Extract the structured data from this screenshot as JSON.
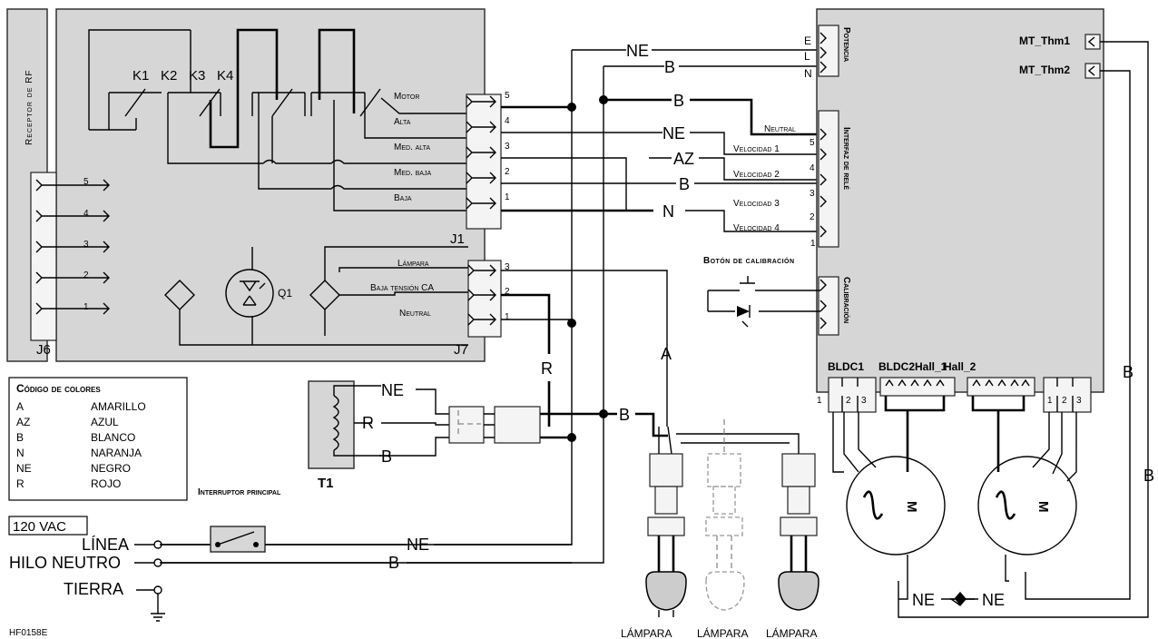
{
  "rf_receiver": "Receptor de RF",
  "relays": [
    "K1",
    "K2",
    "K3",
    "K4"
  ],
  "j1": {
    "name": "J1",
    "pins": [
      {
        "num": "5",
        "label": "Motor"
      },
      {
        "num": "4",
        "label": "Alta"
      },
      {
        "num": "3",
        "label": "Med. alta"
      },
      {
        "num": "2",
        "label": "Med. baja"
      },
      {
        "num": "1",
        "label": "Baja"
      }
    ]
  },
  "j6": {
    "name": "J6",
    "pins": [
      "5",
      "4",
      "3",
      "2",
      "1"
    ]
  },
  "j7": {
    "name": "J7",
    "pins": [
      {
        "num": "3",
        "label": "Lámpara"
      },
      {
        "num": "2",
        "label": "Baja tensión CA"
      },
      {
        "num": "1",
        "label": "Neutral"
      }
    ]
  },
  "q1": "Q1",
  "t1": "T1",
  "potencia": {
    "title": "Potencia",
    "pins": [
      "E",
      "L",
      "N"
    ]
  },
  "relay_interface": {
    "title": "Interfaz de relé",
    "neutral": "Neutral",
    "speeds": [
      {
        "num": "5",
        "label": "Velocidad 1"
      },
      {
        "num": "4",
        "label": "Velocidad 2"
      },
      {
        "num": "3",
        "label": "Velocidad 3"
      },
      {
        "num": "2",
        "label": "Velocidad 4"
      }
    ],
    "bottom_pin": "1"
  },
  "calibration": {
    "title": "Calibración",
    "button": "Botón de calibración"
  },
  "thermal": [
    "MT_Thm1",
    "MT_Thm2"
  ],
  "motor_connectors": [
    "BLDC1",
    "BLDC2",
    "Hall_1",
    "Hall_2"
  ],
  "motor_pin_nums": [
    "1",
    "2",
    "3"
  ],
  "motor_label": "M",
  "wire_labels": {
    "ne_potencia": "NE",
    "b_potencia": "B",
    "b_neutral": "B",
    "ne_vel1": "NE",
    "az_vel2": "AZ",
    "b_vel3": "B",
    "n_vel4": "N",
    "r_lowvolt": "R",
    "a_lamp": "A",
    "b_lamps": "B",
    "t1_ne": "NE",
    "t1_r": "R",
    "t1_b": "B",
    "line_ne": "NE",
    "neutral_b": "B",
    "thermal_b1": "B",
    "thermal_b2": "B",
    "motor_ne1": "NE",
    "motor_ne2": "NE"
  },
  "color_code": {
    "title": "Código de colores",
    "entries": [
      {
        "code": "A",
        "name": "AMARILLO"
      },
      {
        "code": "AZ",
        "name": "AZUL"
      },
      {
        "code": "B",
        "name": "BLANCO"
      },
      {
        "code": "N",
        "name": "NARANJA"
      },
      {
        "code": "NE",
        "name": "NEGRO"
      },
      {
        "code": "R",
        "name": "ROJO"
      }
    ]
  },
  "main_switch": "Interruptor principal",
  "supply": {
    "voltage": "120 VAC",
    "line": "LÍNEA",
    "neutral": "HILO NEUTRO",
    "ground": "TIERRA"
  },
  "lamps": [
    "LÁMPARA",
    "LÁMPARA",
    "LÁMPARA"
  ],
  "figure_id": "HF0158E"
}
